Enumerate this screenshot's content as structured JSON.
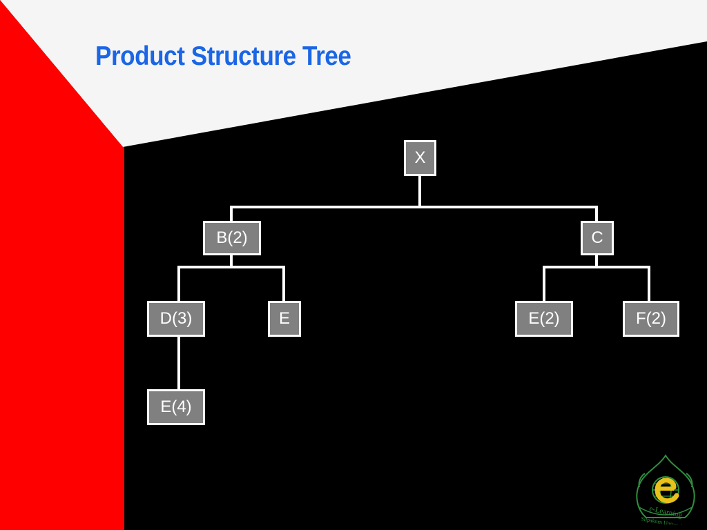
{
  "slide": {
    "title": "Product Structure Tree"
  },
  "colors": {
    "background": "#000000",
    "left_panel": "#ff0000",
    "top_panel": "#f5f5f5",
    "title": "#1a66e6",
    "node_fill": "#808080",
    "node_border": "#ffffff",
    "edge": "#ffffff"
  },
  "tree": {
    "nodes": [
      {
        "id": "x",
        "label": "X"
      },
      {
        "id": "b",
        "label": "B(2)"
      },
      {
        "id": "c",
        "label": "C"
      },
      {
        "id": "d",
        "label": "D(3)"
      },
      {
        "id": "e",
        "label": "E"
      },
      {
        "id": "e2",
        "label": "E(2)"
      },
      {
        "id": "f2",
        "label": "F(2)"
      },
      {
        "id": "e4",
        "label": "E(4)"
      }
    ],
    "edges": [
      [
        "x",
        "b"
      ],
      [
        "x",
        "c"
      ],
      [
        "b",
        "d"
      ],
      [
        "b",
        "e"
      ],
      [
        "c",
        "e2"
      ],
      [
        "c",
        "f2"
      ],
      [
        "d",
        "e4"
      ]
    ]
  },
  "logo": {
    "icon": "e-learning-seal-icon",
    "text_line1": "e-Learning",
    "text_line2": "Silpakorn University"
  }
}
